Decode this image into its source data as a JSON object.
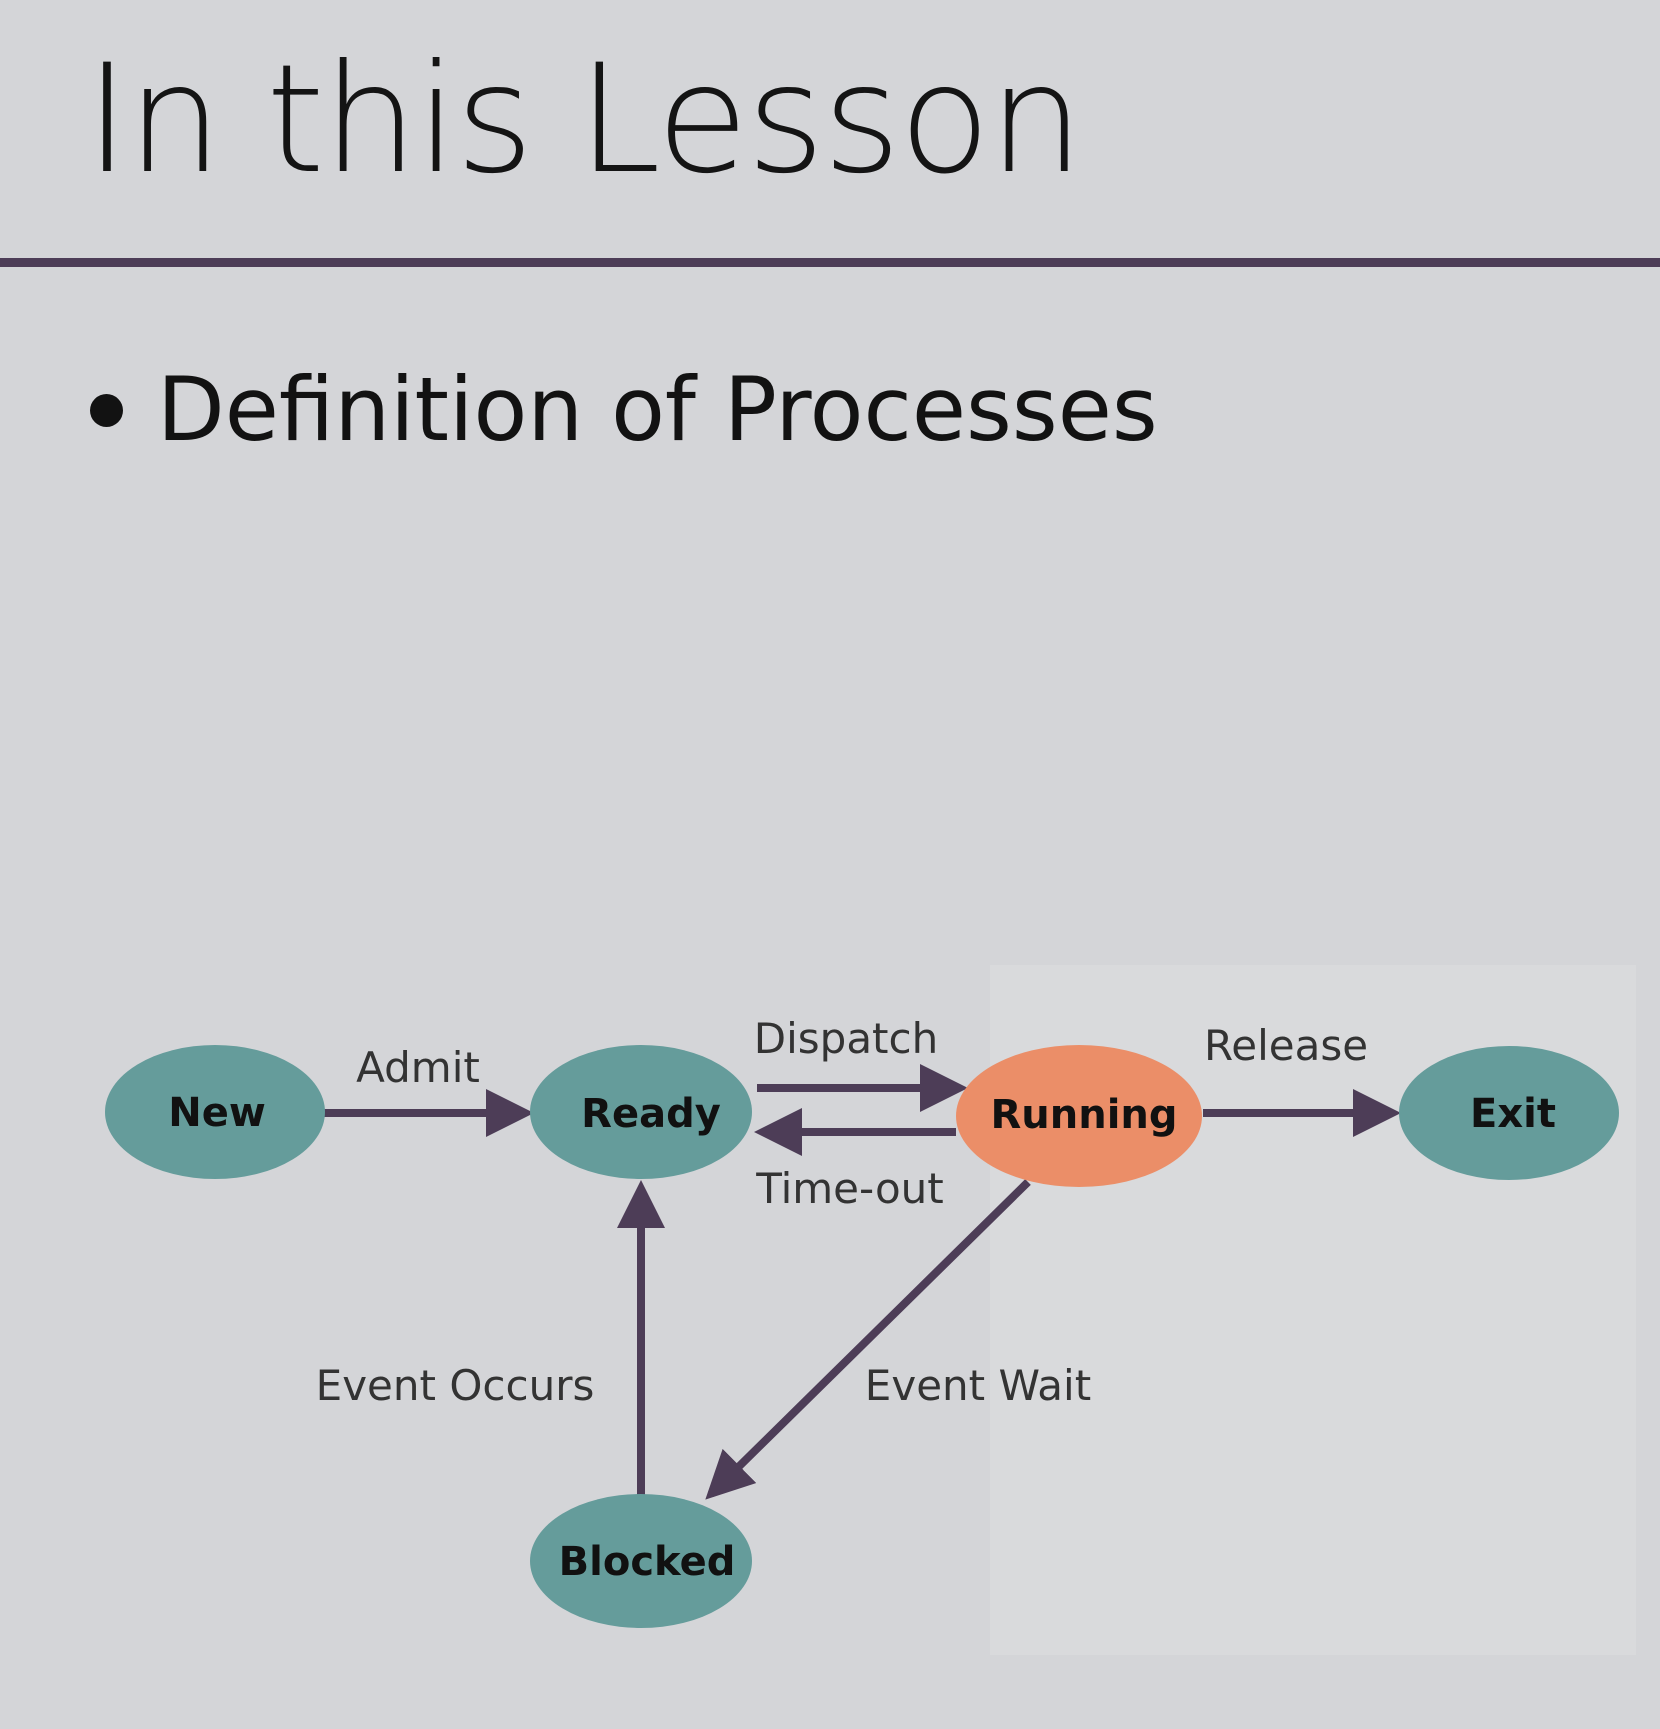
{
  "slide": {
    "title": "In this Lesson",
    "bullets": [
      "Definition of Processes"
    ]
  },
  "diagram": {
    "colors": {
      "state_fill": "#659c9b",
      "active_state_fill": "#eb8e68",
      "arrow": "#4d3d57",
      "rule": "#4d3d57",
      "background": "#d4d5d8"
    },
    "states": {
      "new": "New",
      "ready": "Ready",
      "running": "Running",
      "exit": "Exit",
      "blocked": "Blocked"
    },
    "transitions": {
      "admit": "Admit",
      "dispatch": "Dispatch",
      "timeout": "Time-out",
      "release": "Release",
      "event_occurs": "Event Occurs",
      "event_wait": "Event Wait"
    }
  }
}
